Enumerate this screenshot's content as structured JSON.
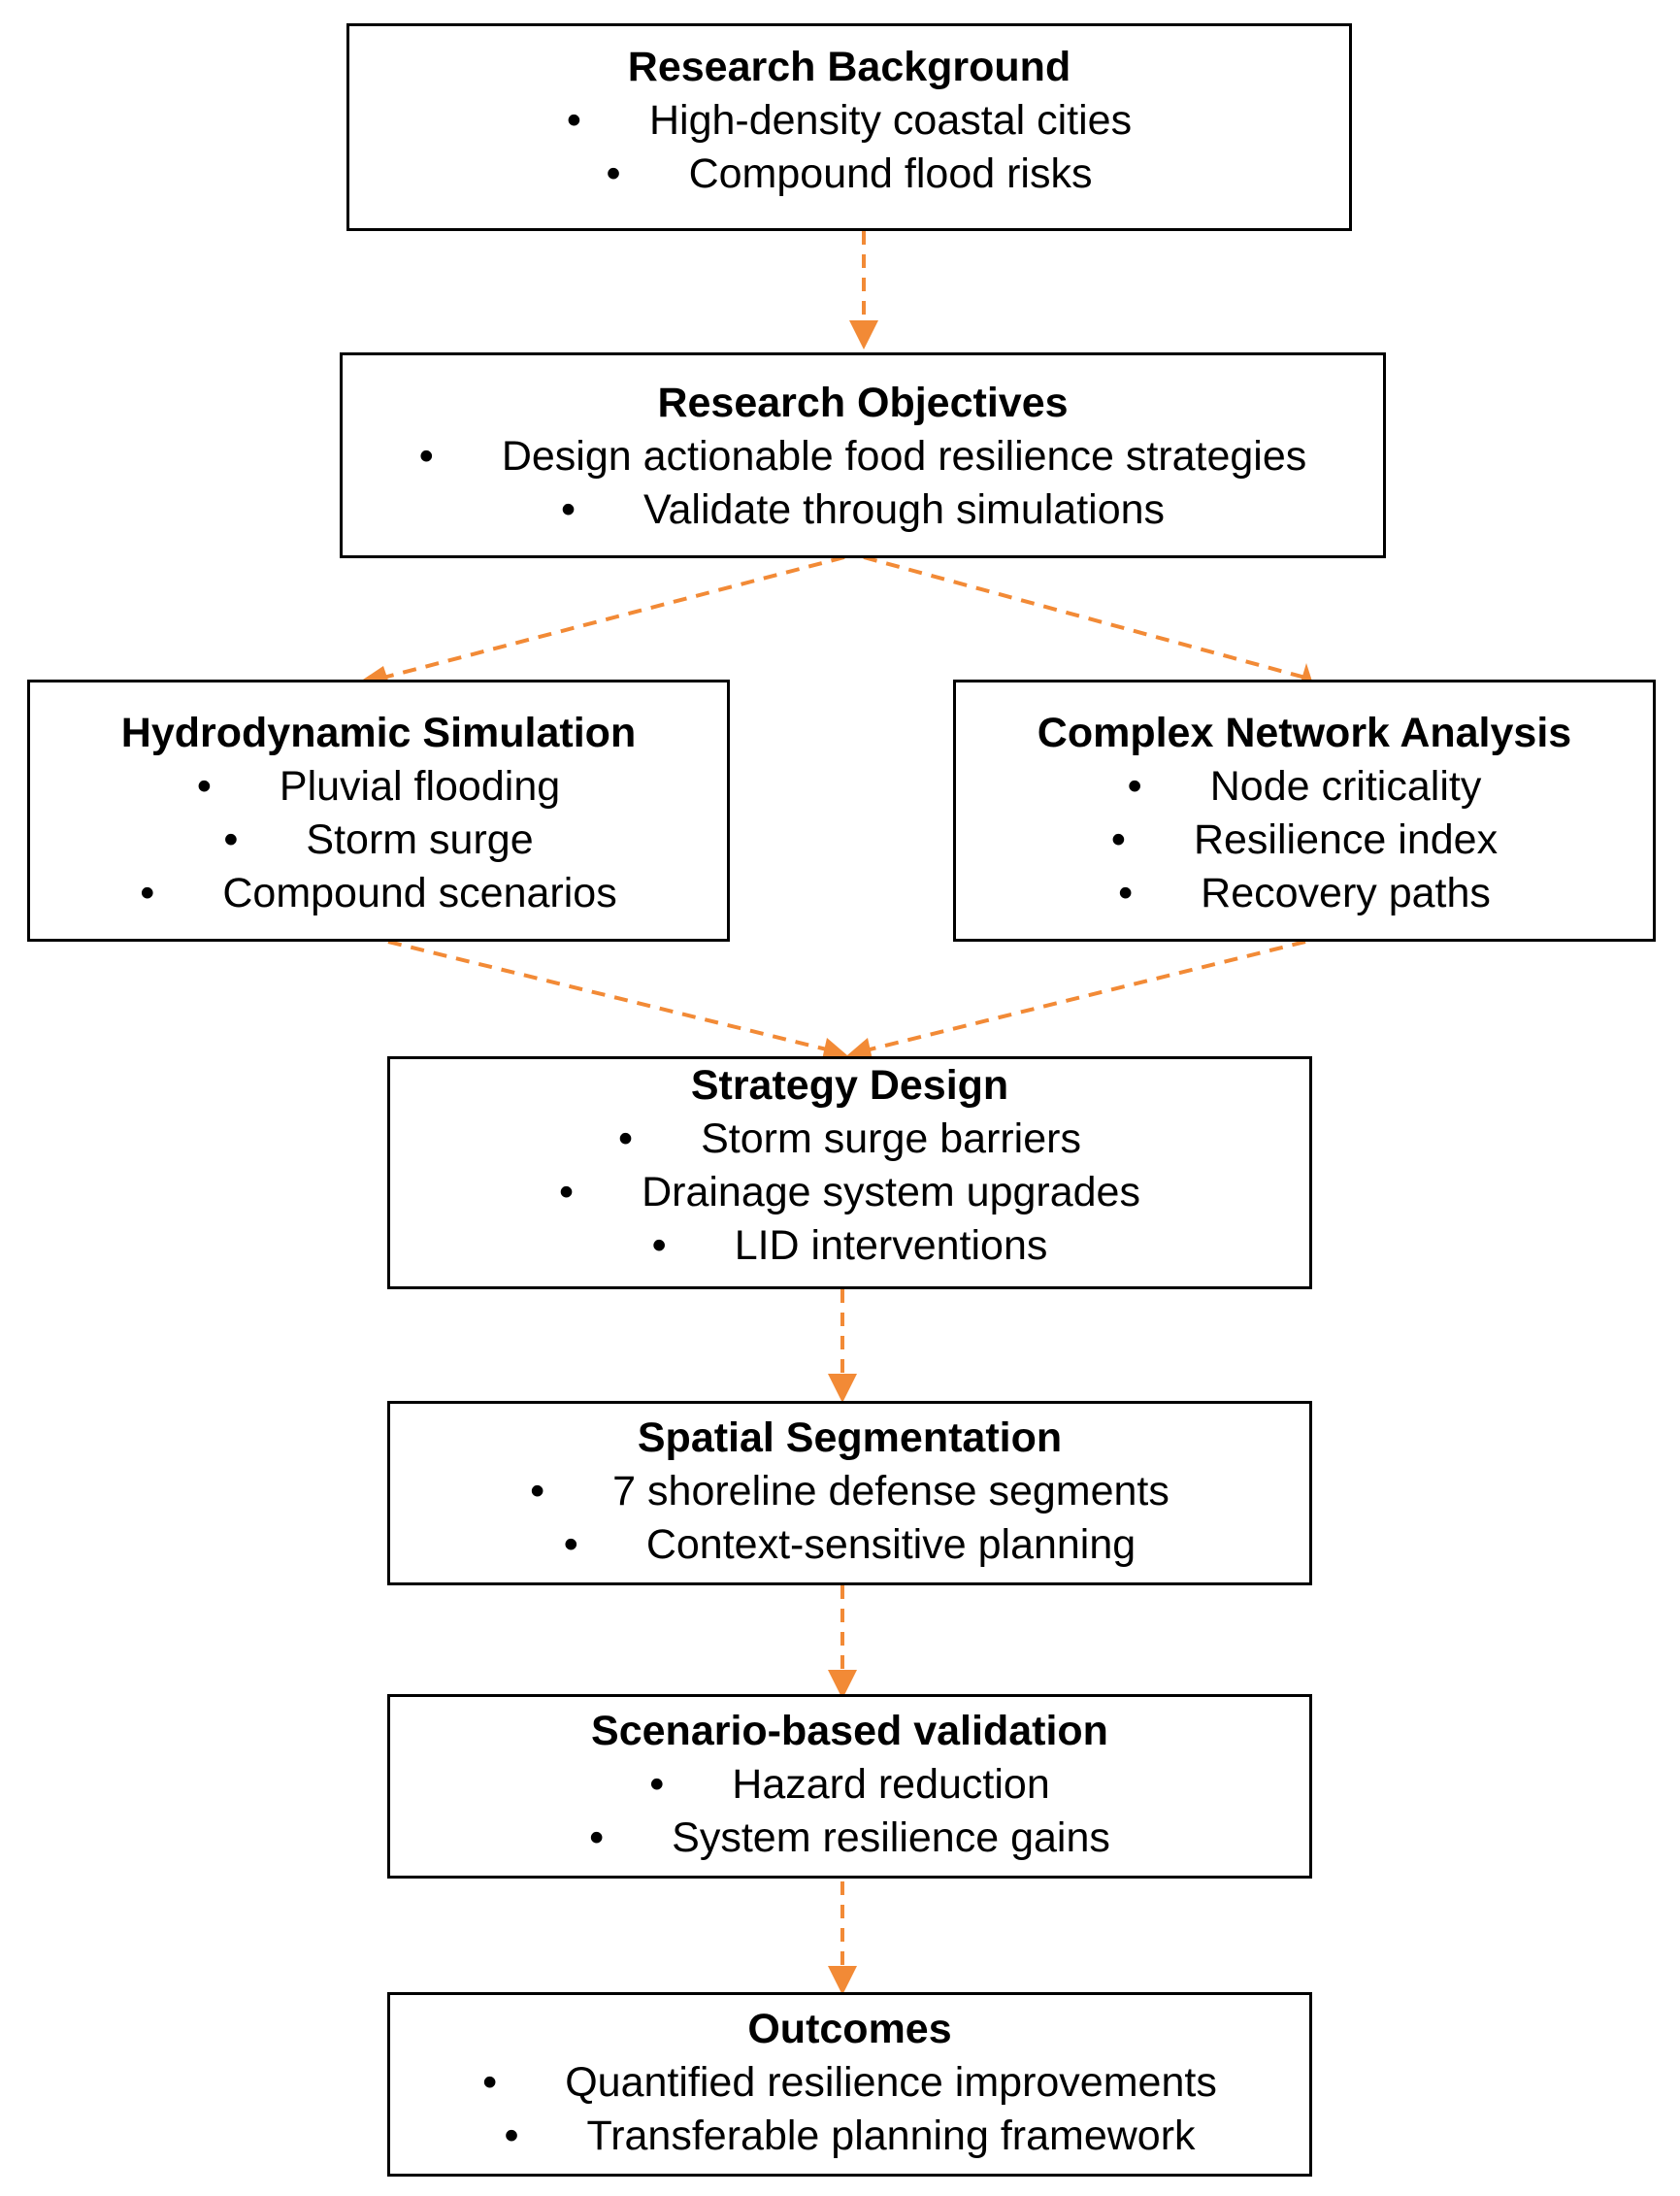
{
  "colors": {
    "arrow": "#F28A36",
    "border": "#000000",
    "text": "#000000",
    "background": "#FFFFFF"
  },
  "boxes": {
    "background": {
      "title": "Research Background",
      "items": [
        "High-density coastal cities",
        "Compound flood risks"
      ]
    },
    "objectives": {
      "title": "Research Objectives",
      "items": [
        "Design actionable food resilience strategies",
        "Validate through simulations"
      ]
    },
    "hydro": {
      "title": "Hydrodynamic Simulation",
      "items": [
        "Pluvial flooding",
        "Storm surge",
        "Compound scenarios"
      ]
    },
    "network": {
      "title": "Complex Network Analysis",
      "items": [
        "Node criticality",
        "Resilience index",
        "Recovery paths"
      ]
    },
    "strategy": {
      "title": "Strategy Design",
      "items": [
        "Storm surge barriers",
        "Drainage system upgrades",
        "LID interventions"
      ]
    },
    "spatial": {
      "title": "Spatial Segmentation",
      "items": [
        "7 shoreline defense segments",
        "Context-sensitive planning"
      ]
    },
    "validation": {
      "title": "Scenario-based validation",
      "items": [
        "Hazard reduction",
        "System resilience gains"
      ]
    },
    "outcomes": {
      "title": "Outcomes",
      "items": [
        "Quantified resilience improvements",
        "Transferable planning framework"
      ]
    }
  },
  "bullet_symbol": "•"
}
